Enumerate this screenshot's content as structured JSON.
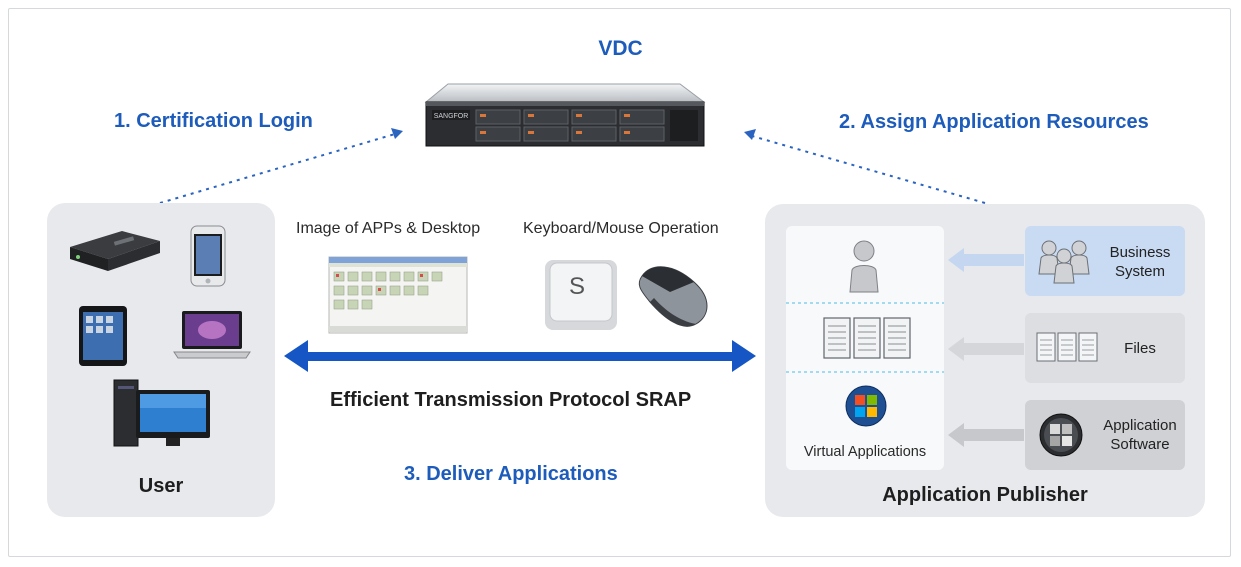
{
  "vdc": {
    "title": "VDC",
    "server_brand": "SANGFOR"
  },
  "steps": {
    "step1": "1. Certification Login",
    "step2": "2. Assign Application Resources",
    "step3": "3. Deliver Applications"
  },
  "user_panel": {
    "label": "User"
  },
  "publisher_panel": {
    "label": "Application Publisher",
    "virtual_apps_label": "Virtual Applications",
    "resources": [
      {
        "label": "Business System"
      },
      {
        "label": "Files"
      },
      {
        "label": "Application Software"
      }
    ]
  },
  "middle": {
    "image_caption": "Image of APPs & Desktop",
    "keyboard_caption": "Keyboard/Mouse Operation",
    "key_letter": "S",
    "protocol": "Efficient Transmission Protocol SRAP"
  },
  "colors": {
    "accent_blue": "#1d5cbb",
    "panel_bg": "#e7e9ec",
    "business_box": "#c9daf3",
    "files_box": "#dcdee1",
    "software_box": "#cfd1d4"
  }
}
